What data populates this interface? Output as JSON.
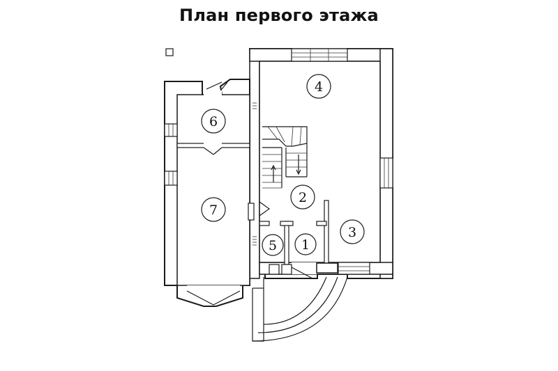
{
  "title": "План первого этажа",
  "rooms": [
    {
      "number": "1"
    },
    {
      "number": "2"
    },
    {
      "number": "3"
    },
    {
      "number": "4"
    },
    {
      "number": "5"
    },
    {
      "number": "6"
    },
    {
      "number": "7"
    }
  ],
  "colors": {
    "line": "#1a1a1a",
    "background": "#ffffff"
  }
}
